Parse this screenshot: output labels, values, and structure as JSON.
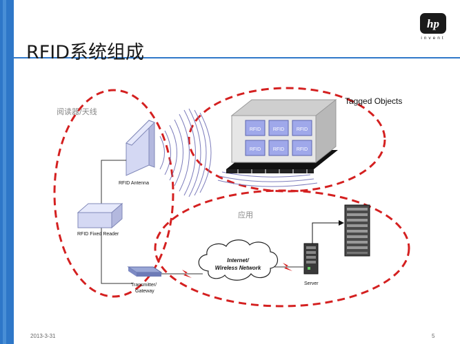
{
  "slide": {
    "title": "RFID系统组成",
    "logo_text": "hp",
    "logo_tagline": "invent",
    "date": "2013-3-31",
    "page_number": "5"
  },
  "diagram": {
    "region_reader_label": "阅读器/天线",
    "region_tagged_label": "Tagged Objects",
    "region_app_label": "应用",
    "antenna_label": "RFID Antenna",
    "reader_label": "RFID Fixed Reader",
    "gateway_label_line1": "Transmitter/",
    "gateway_label_line2": "Gateway",
    "cloud_label_line1": "Internet/",
    "cloud_label_line2": "Wireless Network",
    "server_label": "Server",
    "tag_labels": [
      "RFID",
      "RFID",
      "RFID",
      "RFID",
      "RFID",
      "RFID"
    ],
    "colors": {
      "accent": "#2e77c8",
      "dashed": "#d42020",
      "tag": "#9fa8ea"
    }
  }
}
